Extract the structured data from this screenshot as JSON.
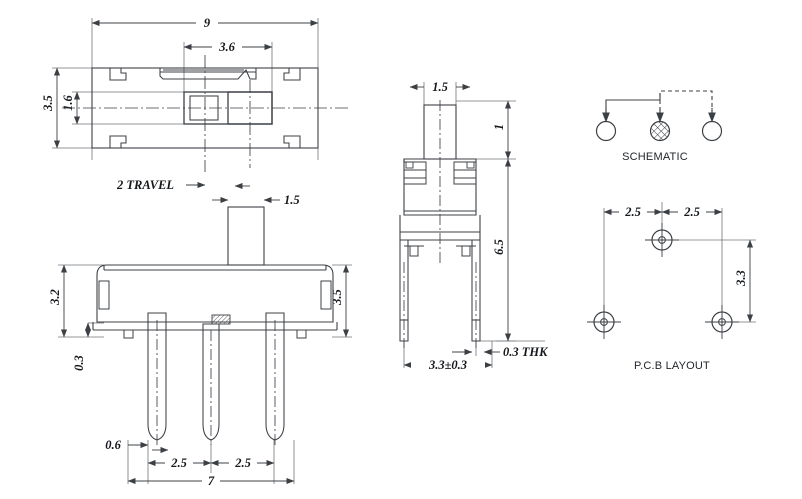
{
  "drawing": {
    "title": "Slide switch mechanical outline drawing",
    "units": "mm",
    "line_color": "#3c4045",
    "text_color": "#15181c"
  },
  "views": {
    "top_view": {
      "name": "top-view",
      "dimensions": {
        "overall_length": "9",
        "slider_window": "3.6",
        "overall_width": "3.5",
        "inner_width": "1.6"
      }
    },
    "front_view": {
      "name": "front-view",
      "dimensions": {
        "travel": "2  TRAVEL",
        "knob_width": "1.5",
        "body_height": "3.2",
        "overall_height": "3.5",
        "terminal_offset": "0.3",
        "pin_width": "0.6",
        "pitch_left": "2.5",
        "pitch_right": "2.5",
        "pin_span": "7"
      }
    },
    "side_view": {
      "name": "side-view",
      "dimensions": {
        "knob_width": "1.5",
        "knob_height": "1",
        "total_height": "6.5",
        "body_width": "3.3±0.3",
        "terminal_thickness": "0.3  THK"
      }
    },
    "schematic": {
      "name": "schematic",
      "caption": "SCHEMATIC",
      "terminals": 3
    },
    "pcb_layout": {
      "name": "pcb-layout",
      "caption": "P.C.B LAYOUT",
      "dimensions": {
        "pitch_left": "2.5",
        "pitch_right": "2.5",
        "row_spacing": "3.3"
      },
      "pad_count": 3
    }
  }
}
